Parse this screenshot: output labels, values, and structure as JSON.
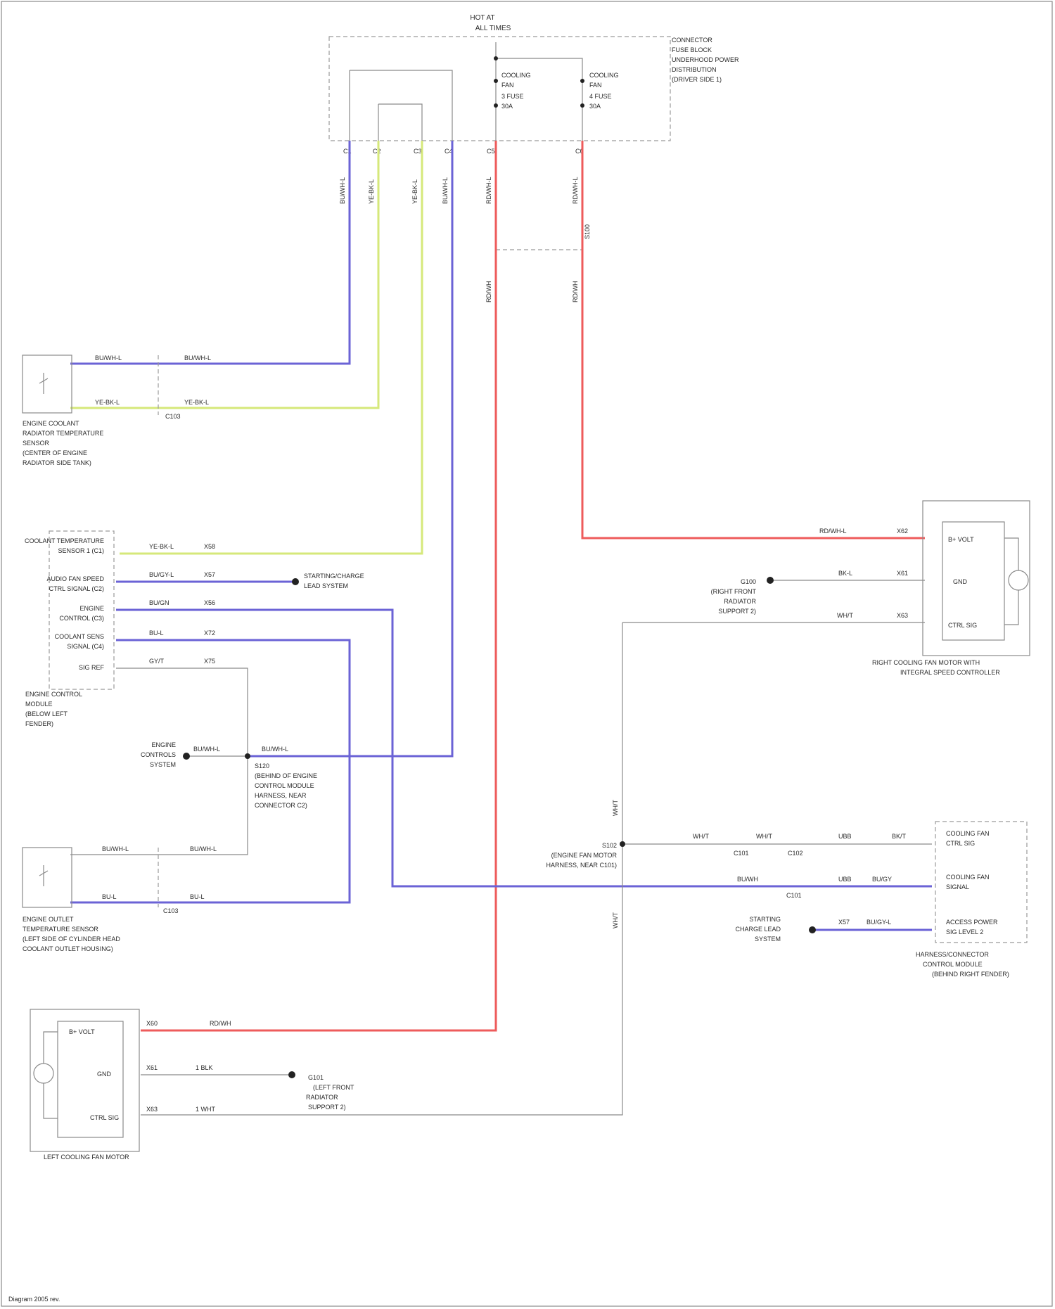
{
  "colors": {
    "blue": "#6b63d6",
    "yellow": "#d6e87a",
    "red": "#ee5b5b",
    "grey": "#9a9a9a",
    "background": "#ffffff"
  },
  "hotat": {
    "line1": "HOT AT",
    "line2": "ALL TIMES"
  },
  "fuse_block": {
    "title": [
      "CONNECTOR",
      "FUSE BLOCK",
      "UNDERHOOD POWER",
      "DISTRIBUTION",
      "(DRIVER SIDE 1)"
    ],
    "fuse_left": [
      "COOLING",
      "FAN",
      "3 FUSE",
      "30A"
    ],
    "fuse_right": [
      "COOLING",
      "FAN",
      "4 FUSE",
      "30A"
    ],
    "pins": [
      "C1",
      "C2",
      "C3",
      "C4",
      "C5",
      "C6"
    ]
  },
  "wire_codes": {
    "v1": "BU/WH-L",
    "v2": "YE-BK-L",
    "v3": "YE-BK-L",
    "v4": "BU/WH-L",
    "v5": "RD/WH-L",
    "v6": "RD/WH-L",
    "v7": "RD/WH",
    "v8": "RD/WH",
    "splice_top": "S100"
  },
  "ect_sensor": {
    "label": [
      "ENGINE COOLANT",
      "RADIATOR TEMPERATURE",
      "SENSOR",
      "(CENTER OF ENGINE",
      "RADIATOR SIDE TANK)"
    ],
    "wire1": "BU/WH-L",
    "wire2": "YE-BK-L",
    "wire1b": "BU/WH-L",
    "wire2b": "YE-BK-L",
    "conn": "C103"
  },
  "ecm": {
    "inputs": [
      "COOLANT TEMPERATURE",
      "SENSOR 1 (C1)",
      "AUDIO FAN SPEED",
      "CTRL SIGNAL (C2)",
      "ENGINE",
      "CONTROL (C3)",
      "COOLANT SENS",
      "SIGNAL (C4)",
      "SIG REF"
    ],
    "label": [
      "ENGINE CONTROL",
      "MODULE",
      "(BELOW LEFT",
      "FENDER)"
    ],
    "wires": [
      {
        "code": "YE-BK-L",
        "circuit": "X58"
      },
      {
        "code": "BU/GY-L",
        "circuit": "X57"
      },
      {
        "code": "BU/GN",
        "circuit": "X56"
      },
      {
        "code": "BU-L",
        "circuit": "X72"
      },
      {
        "code": "GY/T",
        "circuit": "X75"
      }
    ]
  },
  "starting_system": {
    "text": [
      "STARTING/CHARGE",
      "LEAD SYSTEM"
    ]
  },
  "ground_system": {
    "text": [
      "ENGINE",
      "CONTROLS",
      "SYSTEM"
    ]
  },
  "splice_mid": {
    "wire_in": "BU/WH-L",
    "wire_out": "BU/WH-L",
    "text": [
      "S120",
      "(BEHIND OF ENGINE",
      "CONTROL MODULE",
      "HARNESS, NEAR",
      "CONNECTOR C2)"
    ]
  },
  "eot_sensor": {
    "label": [
      "ENGINE OUTLET",
      "TEMPERATURE SENSOR",
      "(LEFT SIDE OF CYLINDER HEAD",
      "COOLANT OUTLET HOUSING)"
    ],
    "wire1": "BU/WH-L",
    "wire1b": "BU/WH-L",
    "wire2": "BU-L",
    "wire2b": "BU-L",
    "conn": "C103"
  },
  "right_fan": {
    "label": [
      "RIGHT COOLING FAN MOTOR WITH",
      "INTEGRAL SPEED CONTROLLER"
    ],
    "pins": [
      "B+ VOLT",
      "GND",
      "CTRL SIG"
    ],
    "wires": [
      {
        "code": "RD/WH-L",
        "circuit": "X62"
      },
      {
        "code": "BK-L",
        "circuit": "X61"
      },
      {
        "code": "WH/T",
        "circuit": "X63"
      }
    ],
    "ground": [
      "G100",
      "(RIGHT FRONT",
      "RADIATOR",
      "SUPPORT 2)"
    ]
  },
  "right_side_splice": {
    "text": [
      "S102",
      "(ENGINE FAN MOTOR",
      "HARNESS, NEAR C101)"
    ],
    "wire_v1": "WH/T",
    "wire_v2": "WH/T"
  },
  "hvac_module": {
    "pins": [
      "COOLING FAN",
      "CTRL SIG",
      "COOLING FAN",
      "SIGNAL",
      "ACCESS POWER",
      "SIG LEVEL 2"
    ],
    "label": [
      "HARNESS/CONNECTOR",
      "CONTROL MODULE",
      "(BEHIND RIGHT FENDER)"
    ],
    "wires": [
      "WH/T",
      "WH/T",
      "C101",
      "C102",
      "UBB",
      "BK/T",
      "BU/WH",
      "C101",
      "UBB",
      "BU/GY",
      "X57",
      "BU/GY-L"
    ],
    "starting": [
      "STARTING",
      "CHARGE LEAD",
      "SYSTEM"
    ]
  },
  "left_fan": {
    "label": [
      "LEFT COOLING FAN MOTOR"
    ],
    "pins": [
      "B+ VOLT",
      "GND",
      "CTRL SIG"
    ],
    "wires": [
      {
        "code": "X60",
        "circuit": "RD/WH"
      },
      {
        "code": "X61",
        "circuit": "1 BLK"
      },
      {
        "code": "X63",
        "circuit": "1 WHT"
      }
    ],
    "ground": [
      "G101",
      "(LEFT FRONT",
      "RADIATOR",
      "SUPPORT 2)"
    ]
  },
  "footer": "Diagram 2005 rev."
}
